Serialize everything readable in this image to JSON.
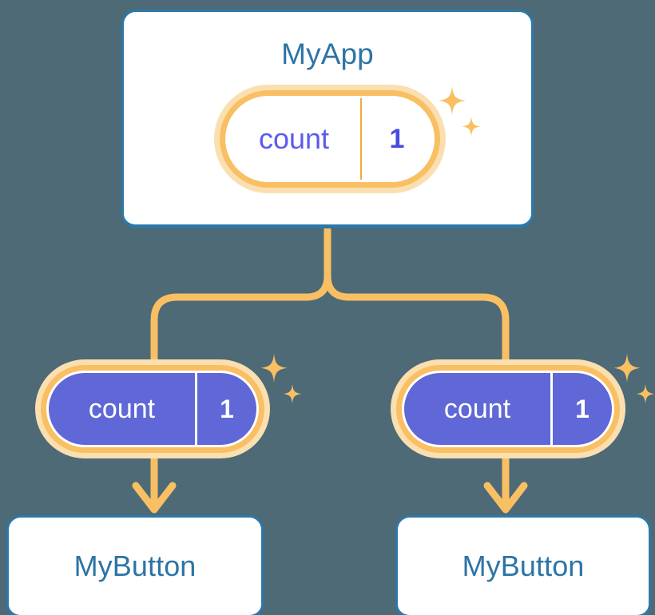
{
  "diagram": {
    "title_text": "MyApp",
    "type": "component-state-tree",
    "background_color": "#4d6a76",
    "colors": {
      "background": "#4d6a76",
      "card_border": "#2d78a8",
      "card_fill": "#ffffff",
      "card_title_text": "#2d74a5",
      "signal_ring": "#f9bf63",
      "signal_glow": "#fbdfb0",
      "signal_body_filled": "#5f68d6",
      "signal_text_purple": "#5b5bef",
      "signal_text_white": "#ffffff",
      "connector_line": "#f9bf63"
    }
  },
  "root_node": {
    "title": "MyApp",
    "signal": {
      "key": "count",
      "value": "1",
      "style": "outline"
    },
    "sparkle_icon": "sparkles-icon"
  },
  "children": [
    {
      "signal": {
        "key": "count",
        "value": "1",
        "style": "filled"
      },
      "sparkle_icon": "sparkles-icon",
      "card_title": "MyButton",
      "arrow_icon": "arrow-down-icon"
    },
    {
      "signal": {
        "key": "count",
        "value": "1",
        "style": "filled"
      },
      "sparkle_icon": "sparkles-icon",
      "card_title": "MyButton",
      "arrow_icon": "arrow-down-icon"
    }
  ]
}
